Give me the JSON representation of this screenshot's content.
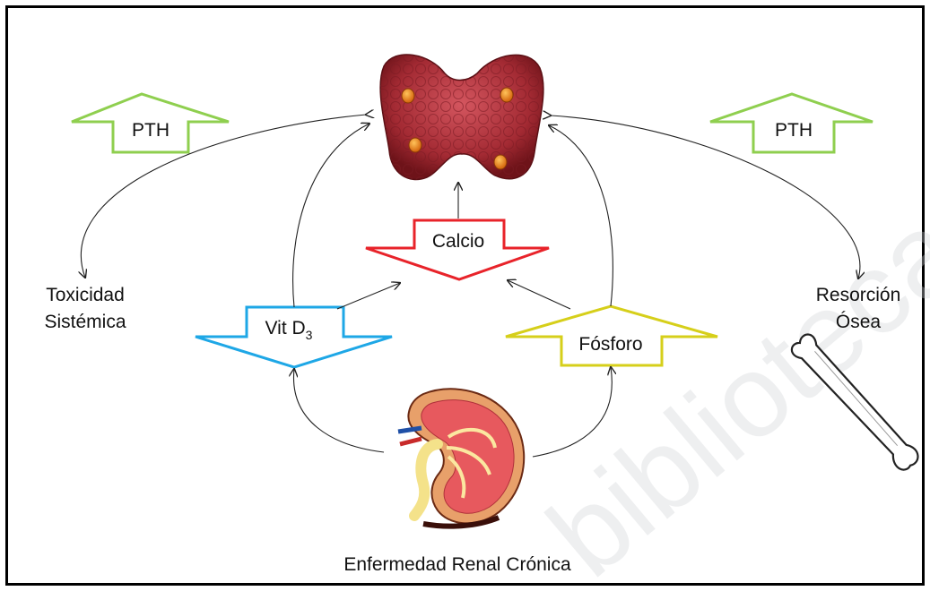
{
  "diagram": {
    "left_pth": "PTH",
    "right_pth": "PTH",
    "calcio": "Calcio",
    "vit_d": "Vit D",
    "vit_d_sub": "3",
    "fosforo": "Fósforo",
    "toxicidad_line1": "Toxicidad",
    "toxicidad_line2": "Sistémica",
    "resorcion_line1": "Resorción",
    "resorcion_line2": "Ósea",
    "footer": "Enfermedad Renal Crónica"
  },
  "watermark": "bibliotecas UAC",
  "colors": {
    "pth_arrow": "#8fcf4f",
    "calcio_arrow": "#e8232a",
    "vitd_arrow": "#1ea7e6",
    "fosforo_arrow": "#d6cf1a"
  },
  "icons": [
    "parathyroid-gland-icon",
    "kidney-icon",
    "bone-icon"
  ]
}
